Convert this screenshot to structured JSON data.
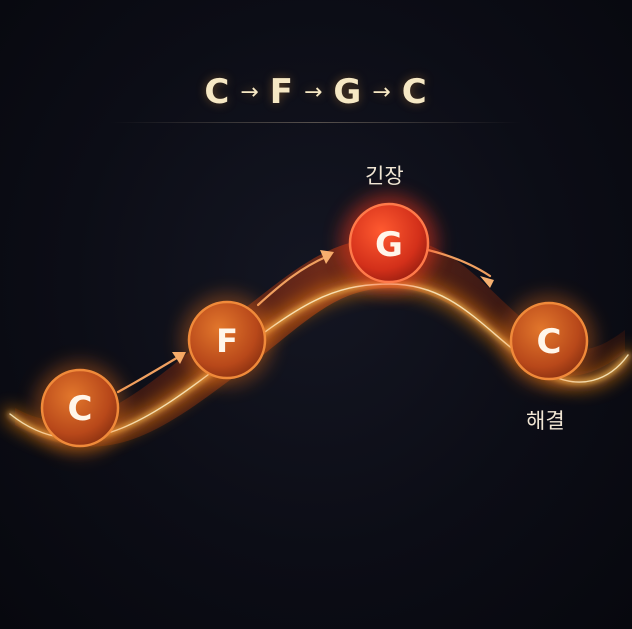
{
  "title": {
    "chords": [
      "C",
      "F",
      "G",
      "C"
    ],
    "separator": "→"
  },
  "nodes": [
    {
      "label": "C",
      "fill": "#c4521a"
    },
    {
      "label": "F",
      "fill": "#c4581c"
    },
    {
      "label": "G",
      "fill": "#d83a1e"
    },
    {
      "label": "C",
      "fill": "#c4581c"
    }
  ],
  "annotations": {
    "tension": "긴장",
    "resolution": "해결"
  },
  "colors": {
    "curve_glow": "#ff9a1e",
    "curve_core": "#ffd27a",
    "title_text": "#f6e8c4",
    "background": "#0c0d16"
  }
}
